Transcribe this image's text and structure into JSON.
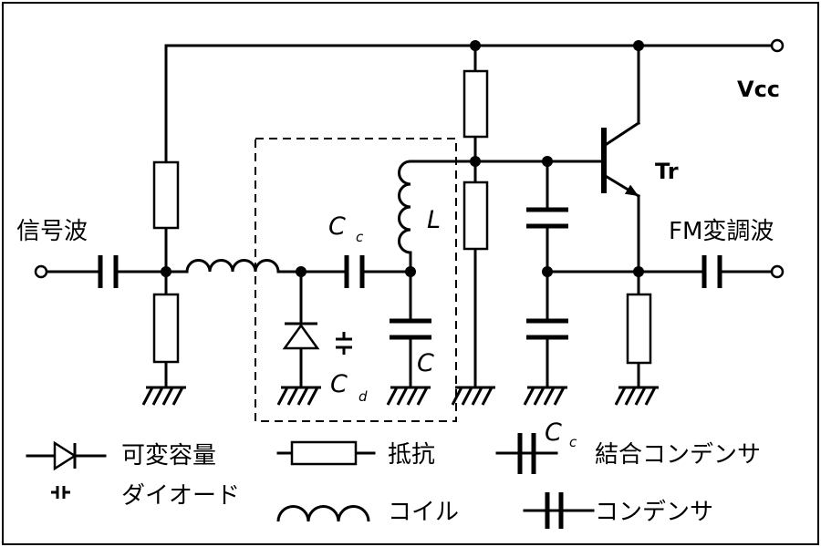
{
  "labels": {
    "vcc": "Vcc",
    "transistor": "Tr",
    "input_signal": "信号波",
    "output_signal": "FM変調波",
    "coupling_cap": {
      "symbol": "C",
      "subscript": "c"
    },
    "coil": "L",
    "capacitor": "C",
    "varactor_cap": {
      "symbol": "C",
      "subscript": "d"
    }
  },
  "legend": {
    "varactor": [
      "可変容量",
      "ダイオード"
    ],
    "resistor": "抵抗",
    "coupling_capacitor": {
      "symbol": "C",
      "subscript": "c",
      "label": "結合コンデンサ"
    },
    "coil": "コイル",
    "capacitor": "コンデンサ"
  },
  "colors": {
    "line": "#000000",
    "background": "#ffffff"
  }
}
